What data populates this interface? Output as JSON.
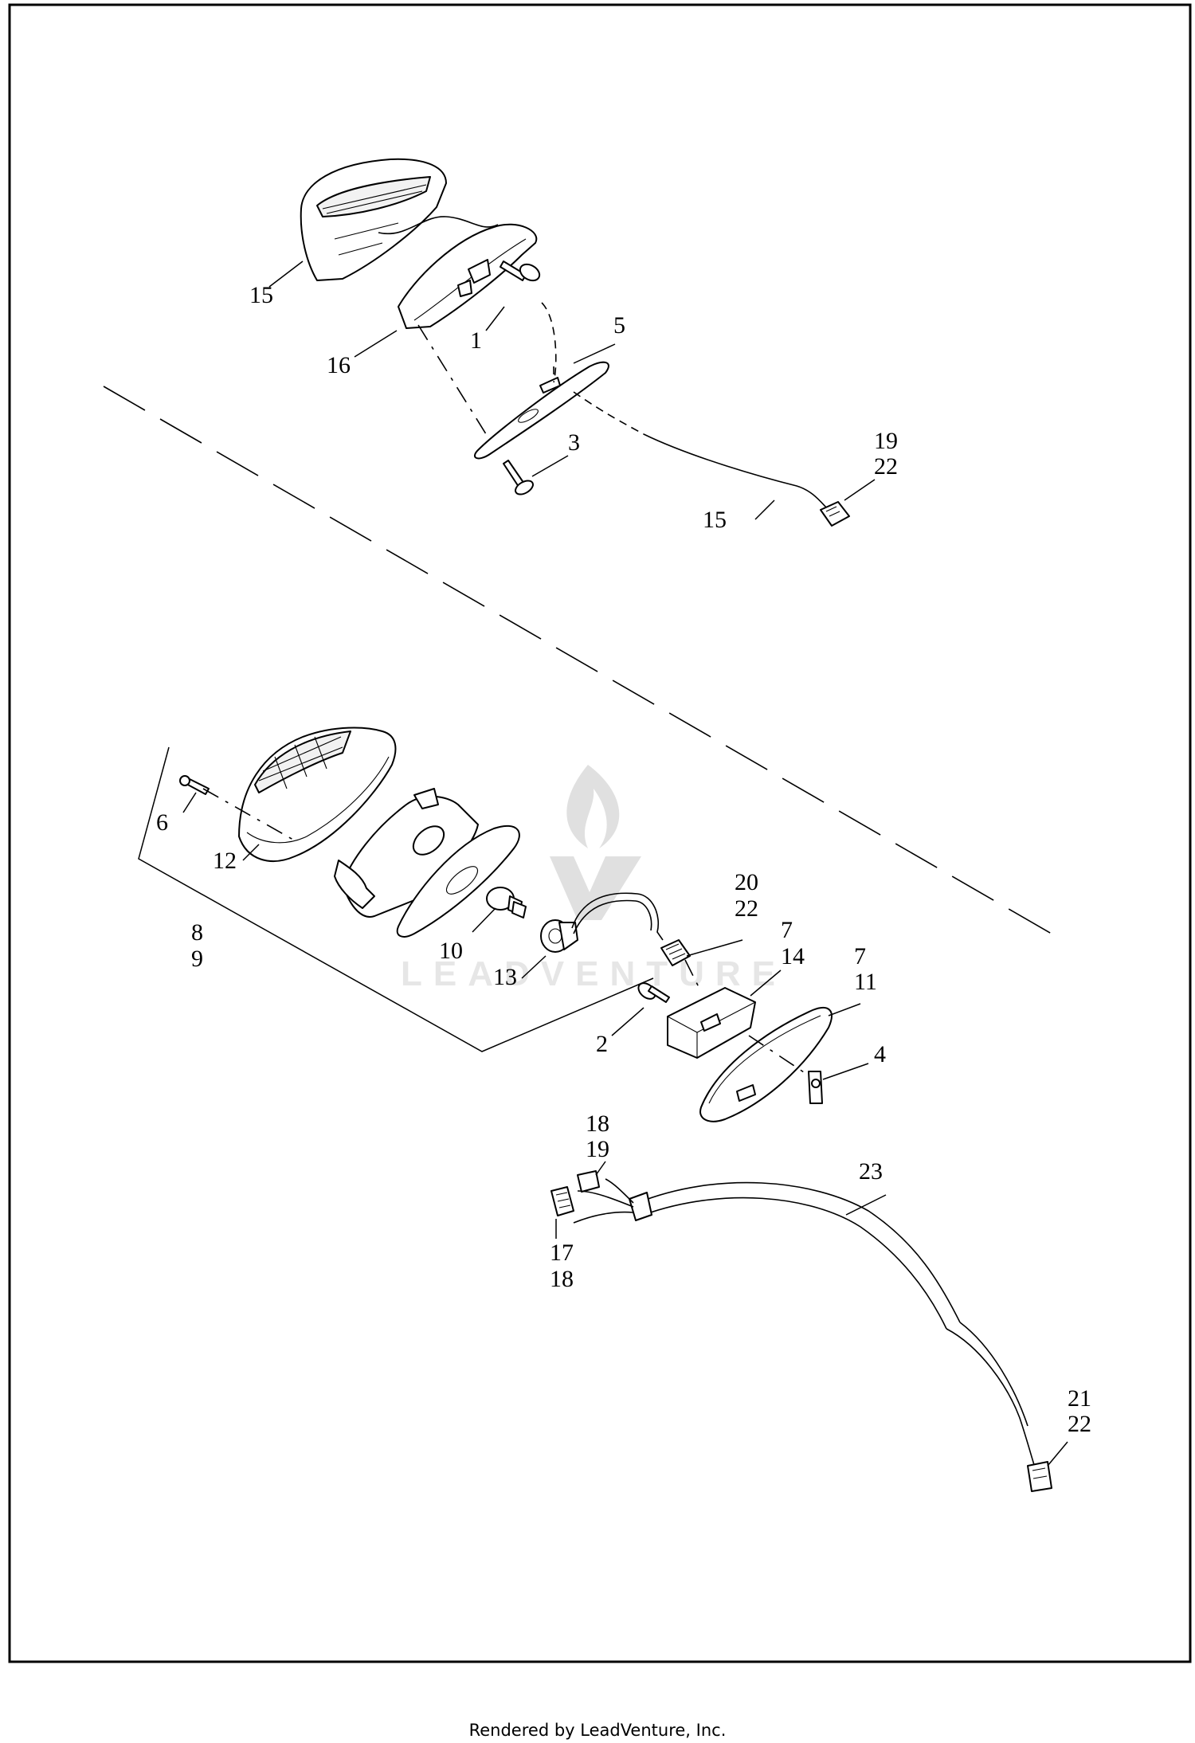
{
  "watermark": "LEADVENTURE",
  "footer": "Rendered by LeadVenture, Inc.",
  "callouts": {
    "c1": "1",
    "c2": "2",
    "c3": "3",
    "c4": "4",
    "c5": "5",
    "c6": "6",
    "c7a": "7",
    "c7b": "7",
    "c8": "8",
    "c9": "9",
    "c10": "10",
    "c11": "11",
    "c12": "12",
    "c13": "13",
    "c14": "14",
    "c15a": "15",
    "c15b": "15",
    "c16": "16",
    "c17": "17",
    "c18a": "18",
    "c18b": "18",
    "c19a": "19",
    "c19b": "19",
    "c20": "20",
    "c21": "21",
    "c22a": "22",
    "c22b": "22",
    "c22c": "22",
    "c23": "23"
  }
}
